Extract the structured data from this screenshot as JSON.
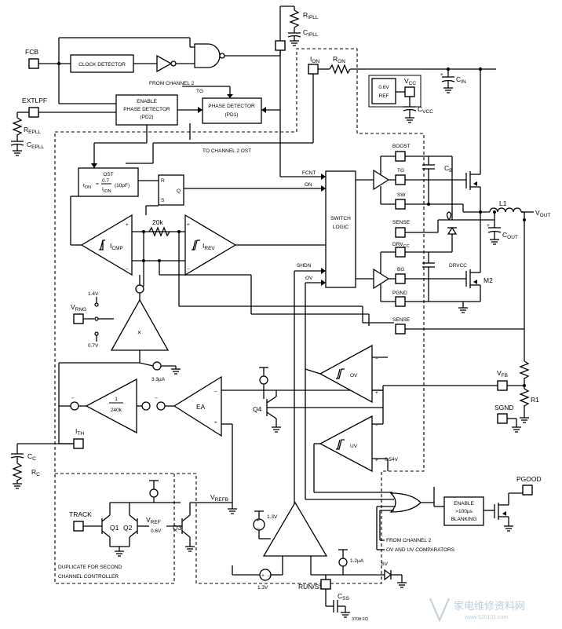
{
  "blocks": {
    "clock_detector": "CLOCK DETECTOR",
    "enable_pd": [
      "ENABLE",
      "PHASE DETECTOR",
      "(PD2)"
    ],
    "phase_detector": [
      "PHASE DETECTOR",
      "(PD1)"
    ],
    "from_channel2": "FROM CHANNEL 2",
    "tg_in": "TG",
    "to_channel2_ost": "TO CHANNEL 2 OST",
    "ref": [
      "0.6V",
      "REF"
    ],
    "ost": "OST",
    "ost_eq_lhs": "t",
    "ost_eq_lhs_sub": "ON",
    "ost_eq_num": "0.7",
    "ost_eq_den": "I",
    "ost_eq_den_sub": "ION",
    "ost_eq_tail": "(10pF)",
    "sr_r": "R",
    "sr_s": "S",
    "sr_q": "Q",
    "switch_logic": [
      "SWITCH",
      "LOGIC"
    ],
    "ea": "EA",
    "gm": [
      "1",
      "240k"
    ],
    "enable_blank": [
      "ENABLE",
      ">100µs",
      "BLANKING"
    ],
    "duplicate_note": [
      "DUPLICATE FOR SECOND",
      "CHANNEL CONTROLLER"
    ],
    "from_ch2_comp": [
      "FROM CHANNEL 2",
      "OV AND UV COMPARATORS"
    ],
    "part_code": "3708 FD"
  },
  "pins": {
    "fcb": "FCB",
    "extlpf": "EXTLPF",
    "ion": "I",
    "ion_sub": "ON",
    "boost": "BOOST",
    "tg": "TG",
    "sw": "SW",
    "sense_p": "SENSE",
    "drvcc": "DRV",
    "drvcc_sub": "CC",
    "bg": "BG",
    "pgnd": "PGND",
    "sense_n": "SENSE",
    "vfb": "V",
    "vfb_sub": "FB",
    "sgnd": "SGND",
    "ith": "I",
    "ith_sub": "TH",
    "track": "TRACK",
    "run_ss": "RUN/SS",
    "pgood": "PGOOD",
    "vrng": "V",
    "vrng_sub": "RNG",
    "vcc": "V",
    "vcc_sub": "CC"
  },
  "signals": {
    "fcnt": "FCNT",
    "on": "ON",
    "shdn": "SHDN",
    "ov": "OV",
    "uv": "UV",
    "icmp": "I",
    "icmp_sub": "CMP",
    "irev": "I",
    "irev_sub": "REV",
    "vref": "V",
    "vref_sub": "REF",
    "vrefb": "V",
    "vrefb_sub": "REFB",
    "drvcc2": "DRVCC",
    "mult": "×"
  },
  "components": {
    "ripll": "R",
    "ripll_sub": "IPLL",
    "cipll": "C",
    "cipll_sub": "IPLL",
    "ron": "R",
    "ron_sub": "ON",
    "cin": "C",
    "cin_sub": "IN",
    "cvcc": "C",
    "cvcc_sub": "VCC",
    "repll": "R",
    "repll_sub": "EPLL",
    "cepll": "C",
    "cepll_sub": "EPLL",
    "cb": "C",
    "cb_sub": "B",
    "l1": "L1",
    "vout": "V",
    "vout_sub": "OUT",
    "cout": "C",
    "cout_sub": "OUT",
    "m2": "M2",
    "r1": "R1",
    "r20k": "20k",
    "cc": "C",
    "cc_sub": "C",
    "rc": "R",
    "rc_sub": "C",
    "q1": "Q1",
    "q2": "Q2",
    "q3": "Q3",
    "q4": "Q4",
    "css": "C",
    "css_sub": "SS"
  },
  "values": {
    "v14": "1.4V",
    "v07": "0.7V",
    "i33": "3.3µA",
    "v054": "0.54V",
    "v06": "0.6V",
    "v13a": "1.3V",
    "v13b": "1.3V",
    "i12": "1.2µA",
    "v6": "6V"
  },
  "watermark": {
    "main": "家电维修资料网",
    "url": "www.520101.com"
  }
}
